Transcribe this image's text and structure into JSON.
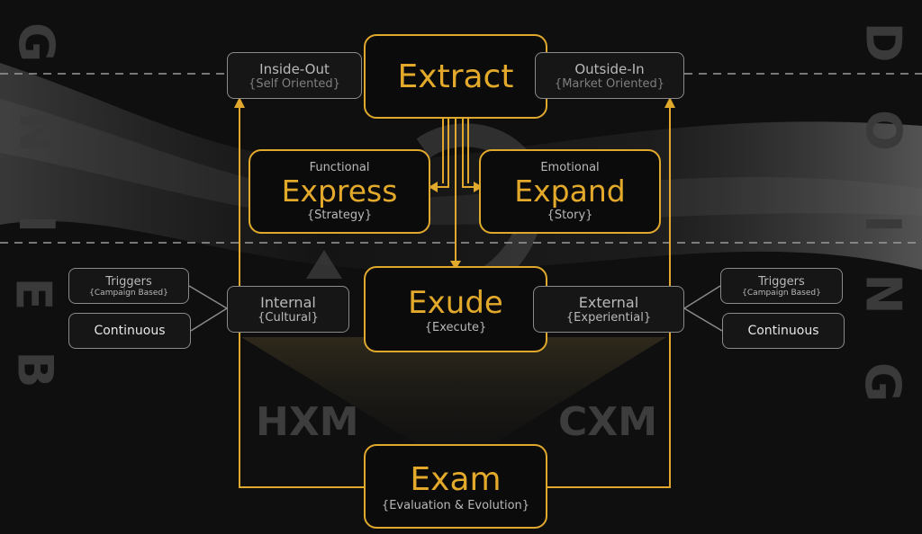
{
  "side_left": [
    "B",
    "E",
    "I",
    "N",
    "G"
  ],
  "side_right": [
    "D",
    "O",
    "I",
    "N",
    "G"
  ],
  "extract": {
    "title": "Extract"
  },
  "inside_out": {
    "title": "Inside-Out",
    "sub": "{Self Oriented}"
  },
  "outside_in": {
    "title": "Outside-In",
    "sub": "{Market Oriented}"
  },
  "express": {
    "top": "Functional",
    "title": "Express",
    "sub": "{Strategy}"
  },
  "expand": {
    "top": "Emotional",
    "title": "Expand",
    "sub": "{Story}"
  },
  "exude": {
    "title": "Exude",
    "sub": "{Execute}"
  },
  "internal": {
    "title": "Internal",
    "sub": "{Cultural}"
  },
  "external": {
    "title": "External",
    "sub": "{Experiential}"
  },
  "left_triggers": {
    "title": "Triggers",
    "sub": "{Campaign Based}"
  },
  "left_continuous": {
    "title": "Continuous"
  },
  "right_triggers": {
    "title": "Triggers",
    "sub": "{Campaign Based}"
  },
  "right_continuous": {
    "title": "Continuous"
  },
  "hxm": "HXM",
  "cxm": "CXM",
  "exam": {
    "title": "Exam",
    "sub": "{Evaluation & Evolution}"
  },
  "colors": {
    "gold": "#e0a92e",
    "grey": "#8a8a8a",
    "background": "#0f0f0f"
  }
}
